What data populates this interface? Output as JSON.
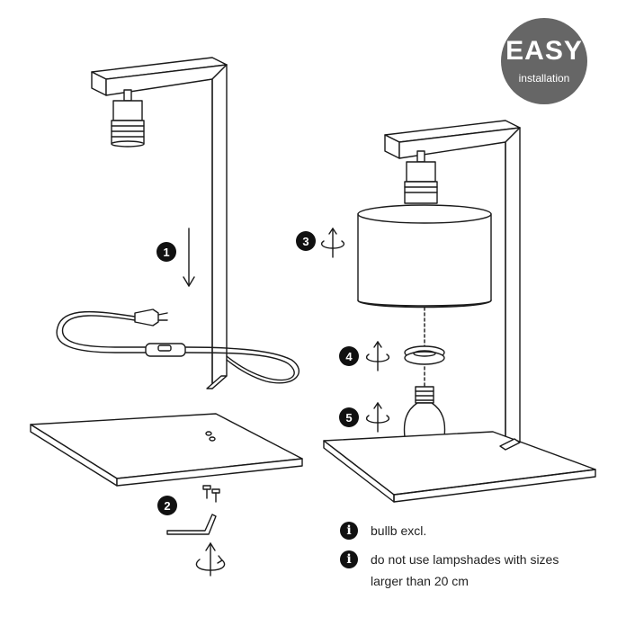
{
  "badge": {
    "title": "EASY",
    "subtitle": "installation"
  },
  "steps": [
    "1",
    "2",
    "3",
    "4",
    "5"
  ],
  "notes": {
    "bulb": "bullb excl.",
    "shade_line1": "do not use lampshades with sizes",
    "shade_line2": "larger than 20 cm"
  },
  "colors": {
    "badge_bg": "#666666",
    "step_bg": "#111111",
    "line": "#1a1a1a"
  },
  "icons": [
    "info-icon",
    "rotate-arrow-icon",
    "down-arrow-icon",
    "allen-key-icon",
    "screw-icon",
    "plug-icon",
    "switch-icon",
    "light-bulb-icon",
    "lamp-shade-icon",
    "socket-icon",
    "shade-ring-icon"
  ]
}
